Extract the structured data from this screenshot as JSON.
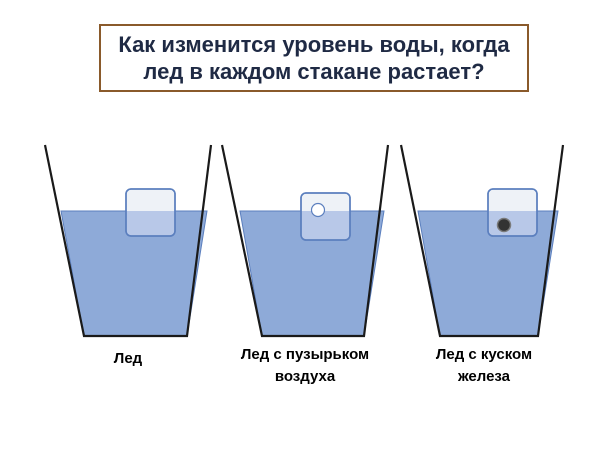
{
  "title": {
    "line1": "Как изменится уровень воды, когда",
    "line2": "лед в каждом стакане растает?"
  },
  "glasses": [
    {
      "caption_line1": "Лед",
      "caption_line2": "",
      "inclusion": "none"
    },
    {
      "caption_line1": "Лед с пузырьком",
      "caption_line2": "воздуха",
      "inclusion": "air-bubble"
    },
    {
      "caption_line1": "Лед с куском",
      "caption_line2": "железа",
      "inclusion": "iron-piece"
    }
  ],
  "colors": {
    "water": "#8eaad8",
    "water_edge": "#5b7fbe",
    "glass_outline": "#1a1a1a",
    "ice_above": "#eef2f7",
    "ice_below": "#b8c8e8",
    "ice_edge": "#5b7fbe",
    "bubble": "#ffffff",
    "iron": "#333333",
    "title_border": "#8a5a2b",
    "title_text": "#1f2a44"
  }
}
